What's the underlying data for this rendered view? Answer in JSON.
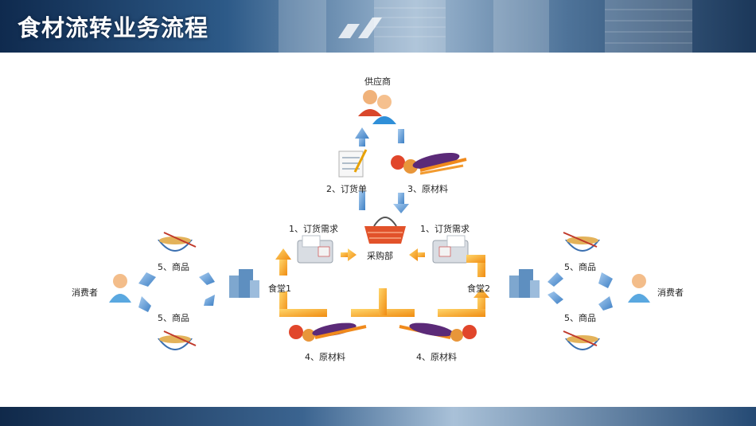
{
  "title": "食材流转业务流程",
  "nodes": {
    "supplier": "供应商",
    "purchasing": "采购部",
    "canteen1": "食堂1",
    "canteen2": "食堂2",
    "consumer_left": "消费者",
    "consumer_right": "消费者"
  },
  "edges": {
    "order_form": "2、订货单",
    "raw_material_up": "3、原材料",
    "order_demand_left": "1、订货需求",
    "order_demand_right": "1、订货需求",
    "raw_material_left": "4、原材料",
    "raw_material_right": "4、原材料",
    "goods_left_top": "5、商品",
    "goods_left_bottom": "5、商品",
    "goods_right_top": "5、商品",
    "goods_right_bottom": "5、商品"
  },
  "colors": {
    "blue_arrow": "#5b9bd5",
    "orange_arrow": "#f2a428",
    "title_text": "#ffffff"
  },
  "icons": [
    "supplier-people-icon",
    "order-form-icon",
    "vegetables-icon",
    "basket-icon",
    "fax-icon",
    "building-icon",
    "noodle-bowl-icon",
    "consumer-icon"
  ]
}
